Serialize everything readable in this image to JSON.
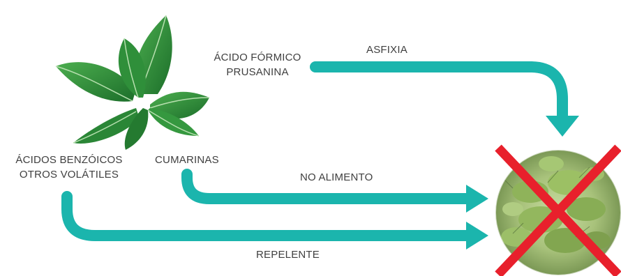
{
  "colors": {
    "arrow": "#1bb5ad",
    "cross": "#e8202c",
    "leaf_dark": "#1f7a2e",
    "leaf_light": "#3fa447",
    "text": "#3f3f3f"
  },
  "icons": {
    "plant": "mint-leaf-illustration",
    "target": "aphid-photo-crossed-out"
  },
  "labels": {
    "formic_line1": "ÁCIDO FÓRMICO",
    "formic_line2": "PRUSANINA",
    "asfixia": "ASFIXIA",
    "benzoic_line1": "ÁCIDOS BENZÓICOS",
    "benzoic_line2": "OTROS VOLÁTILES",
    "cumarinas": "CUMARINAS",
    "no_alimento": "NO ALIMENTO",
    "repelente": "REPELENTE"
  }
}
